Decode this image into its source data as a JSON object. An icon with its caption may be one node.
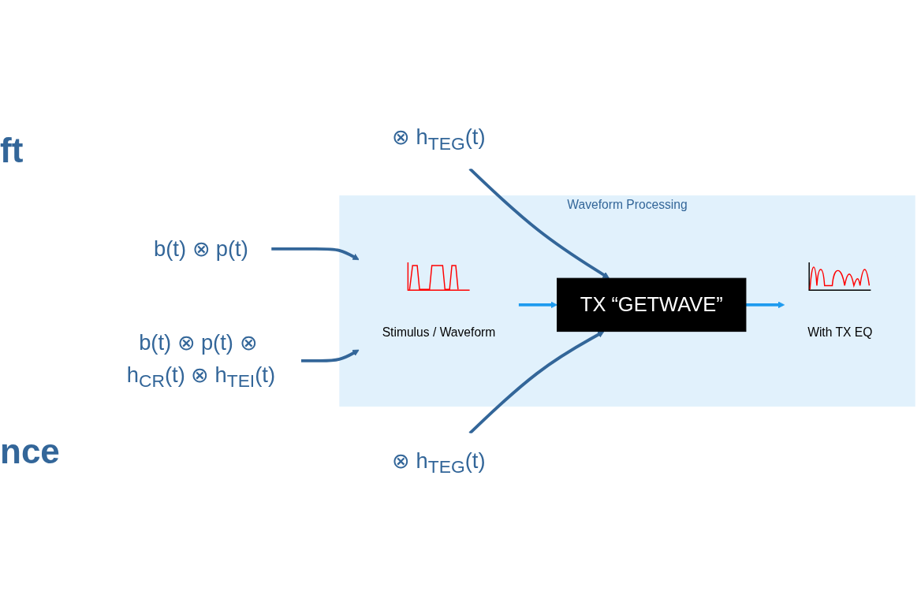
{
  "diagram": {
    "nodes": [
      {
        "text": [
          "Waveform Processing"
        ]
      },
      {
        "text": [
          "Stimulus / Waveform"
        ],
        "in": 0
      },
      {
        "text": [
          "TX “GETWAVE”"
        ],
        "in": 0
      },
      {
        "text": [
          "With TX EQ"
        ],
        "in": 0
      },
      {
        "text": [
          "b(t) ⊗ p(t)"
        ]
      },
      {
        "text": [
          "⊗ h$_{TEG}$(t)"
        ]
      },
      {
        "text": [
          "b(t) ⊗ p(t) ⊗ h$_{CR}$(t) ⊗ h$_{TEI}$(t)"
        ]
      },
      {
        "text": [
          "⊗ h$_{TEG}$(t)"
        ]
      }
    ],
    "edges": [
      {
        "from": 4,
        "to": 1,
        "arrow": "to"
      },
      {
        "from": 5,
        "to": 2,
        "arrow": "to"
      },
      {
        "from": 1,
        "to": 2,
        "arrow": "to",
        "color": "#1e9bef"
      },
      {
        "from": 2,
        "to": 3,
        "arrow": "to",
        "color": "#1e9bef"
      },
      {
        "from": 6,
        "to": 1,
        "arrow": "to"
      },
      {
        "from": 7,
        "to": 2,
        "arrow": "to"
      }
    ],
    "labels": [
      "ft",
      "nce"
    ]
  }
}
